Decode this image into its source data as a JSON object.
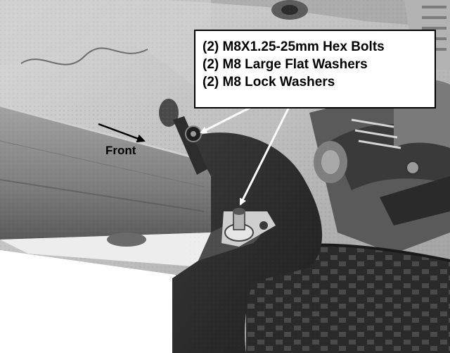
{
  "callout": {
    "lines": [
      "(2) M8X1.25-25mm Hex Bolts",
      "(2) M8 Large Flat Washers",
      "(2) M8 Lock Washers"
    ]
  },
  "front_label": "Front",
  "colors": {
    "callout_border": "#000000",
    "callout_background": "#ffffff",
    "leader_arrows": "#ffffff",
    "front_arrow": "#000000",
    "mud_flap": "#2b2b2b",
    "rocker_panel": "#8c8c8c",
    "underbody": "#b9b9b9"
  },
  "icons": {
    "front_arrow": "arrow-down-right-icon",
    "leader_arrows": "arrow-icon"
  }
}
